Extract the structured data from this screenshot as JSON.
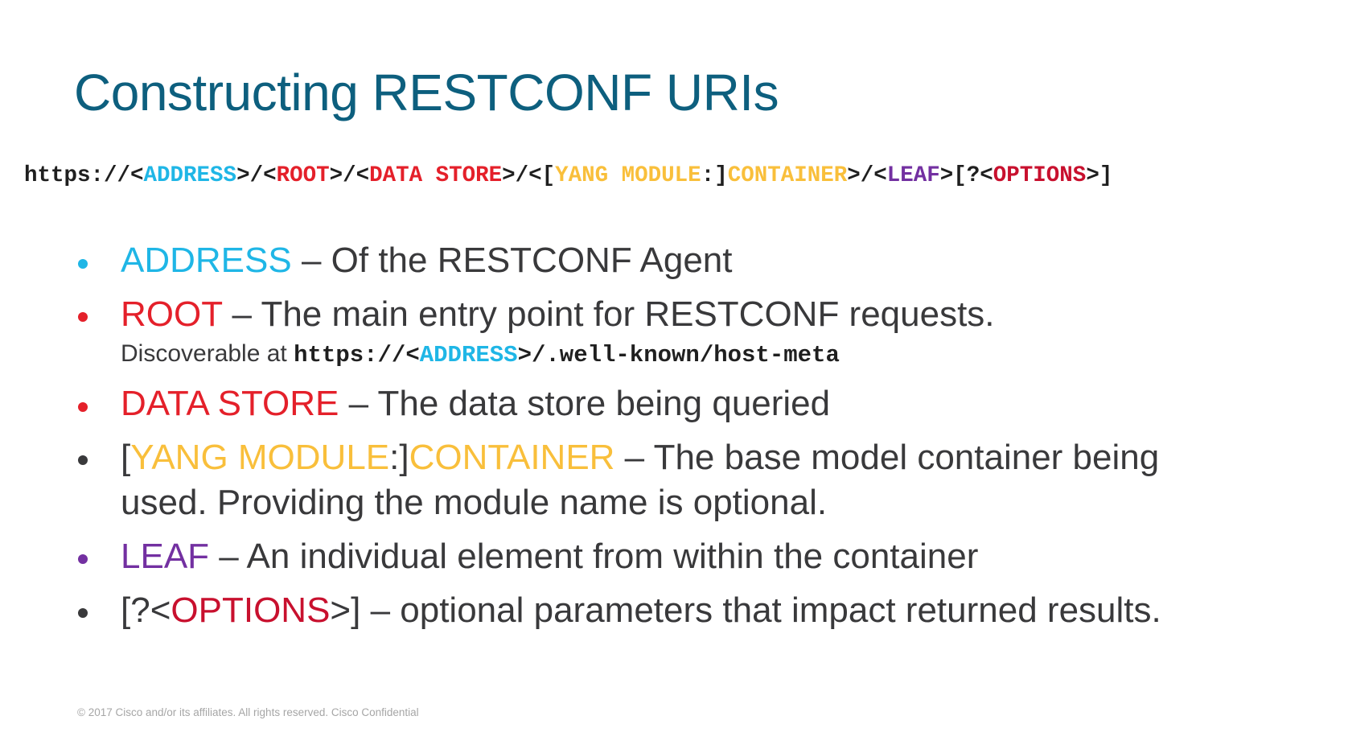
{
  "title": "Constructing RESTCONF URIs",
  "uri": {
    "p1": "https://<",
    "address": "ADDRESS",
    "p2": ">/<",
    "root": "ROOT",
    "p3": ">/<",
    "data_store": "DATA STORE",
    "p4": ">/<[",
    "yang_module": "YANG MODULE",
    "p5": ":]",
    "container": "CONTAINER",
    "p6": ">/<",
    "leaf": "LEAF",
    "p7": ">[?<",
    "options": "OPTIONS",
    "p8": ">]"
  },
  "bullets": {
    "address": {
      "term": "ADDRESS",
      "desc": " – Of the RESTCONF Agent"
    },
    "root": {
      "term": "ROOT",
      "desc": " – The main entry point for RESTCONF requests.",
      "sub_text": "Discoverable at ",
      "sub_p1": "https://<",
      "sub_address": "ADDRESS",
      "sub_p2": ">/.well-known/host-meta"
    },
    "data_store": {
      "term": "DATA STORE",
      "desc": " – The data store being queried"
    },
    "container": {
      "open": "[",
      "yang_module": "YANG MODULE",
      "colon": ":]",
      "term": "CONTAINER",
      "desc": " – The base model container being",
      "desc2": "used.  Providing the module name is optional."
    },
    "leaf": {
      "term": "LEAF",
      "desc": " – An individual element from within the container"
    },
    "options": {
      "open": "[?<",
      "term": "OPTIONS",
      "close": ">]",
      "desc": " – optional parameters that impact returned results."
    }
  },
  "footer": "© 2017  Cisco and/or its affiliates. All rights reserved.   Cisco Confidential",
  "colors": {
    "title": "#0d5f7e",
    "address": "#1fb6e6",
    "root": "#e4202a",
    "yang": "#f9bf3b",
    "leaf": "#7330a1",
    "options": "#c8102e",
    "text": "#39393b"
  }
}
